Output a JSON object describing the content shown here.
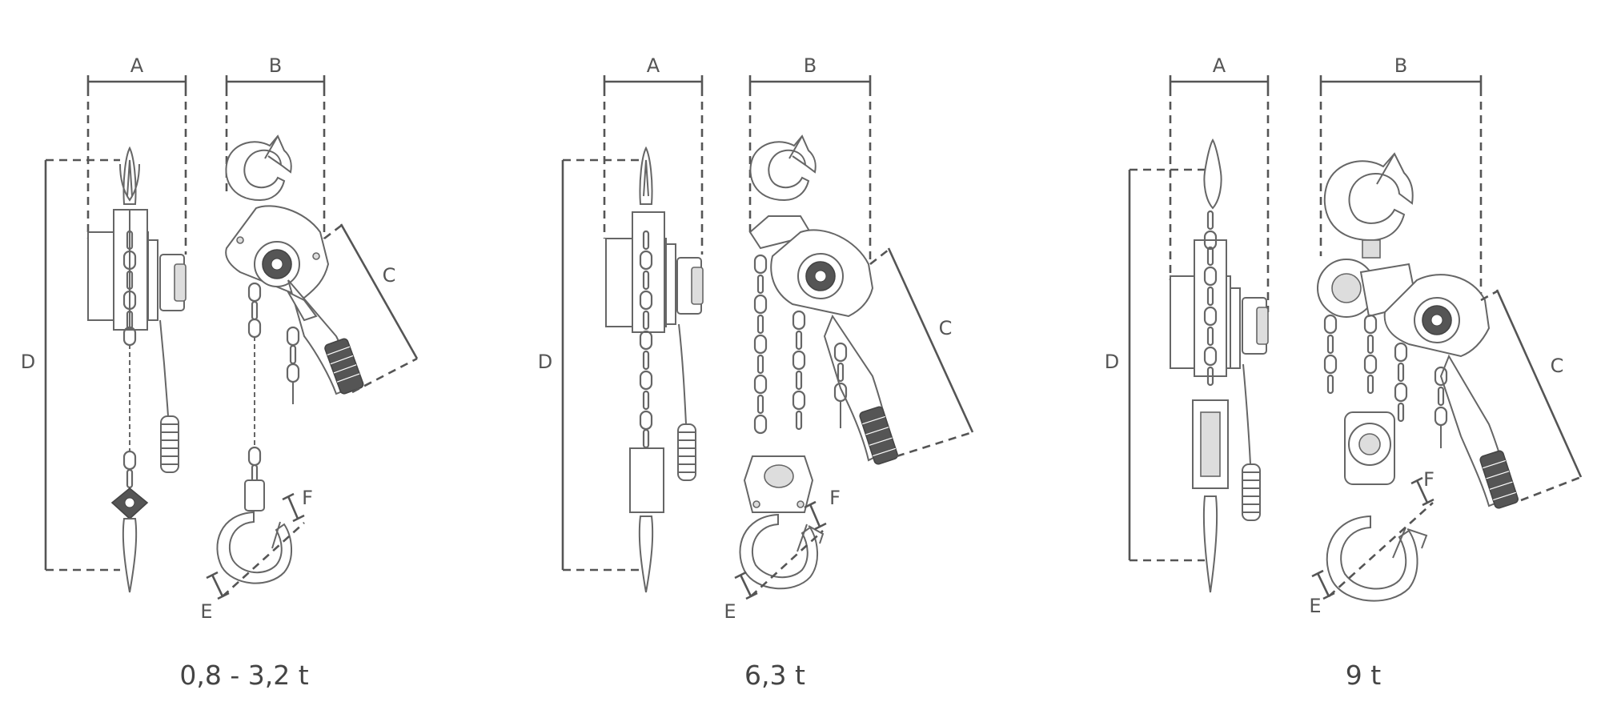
{
  "labels": {
    "A": "A",
    "B": "B",
    "C": "C",
    "D": "D",
    "E": "E",
    "F": "F"
  },
  "variants": [
    {
      "caption": "0,8 - 3,2 t"
    },
    {
      "caption": "6,3 t"
    },
    {
      "caption": "9 t"
    }
  ]
}
